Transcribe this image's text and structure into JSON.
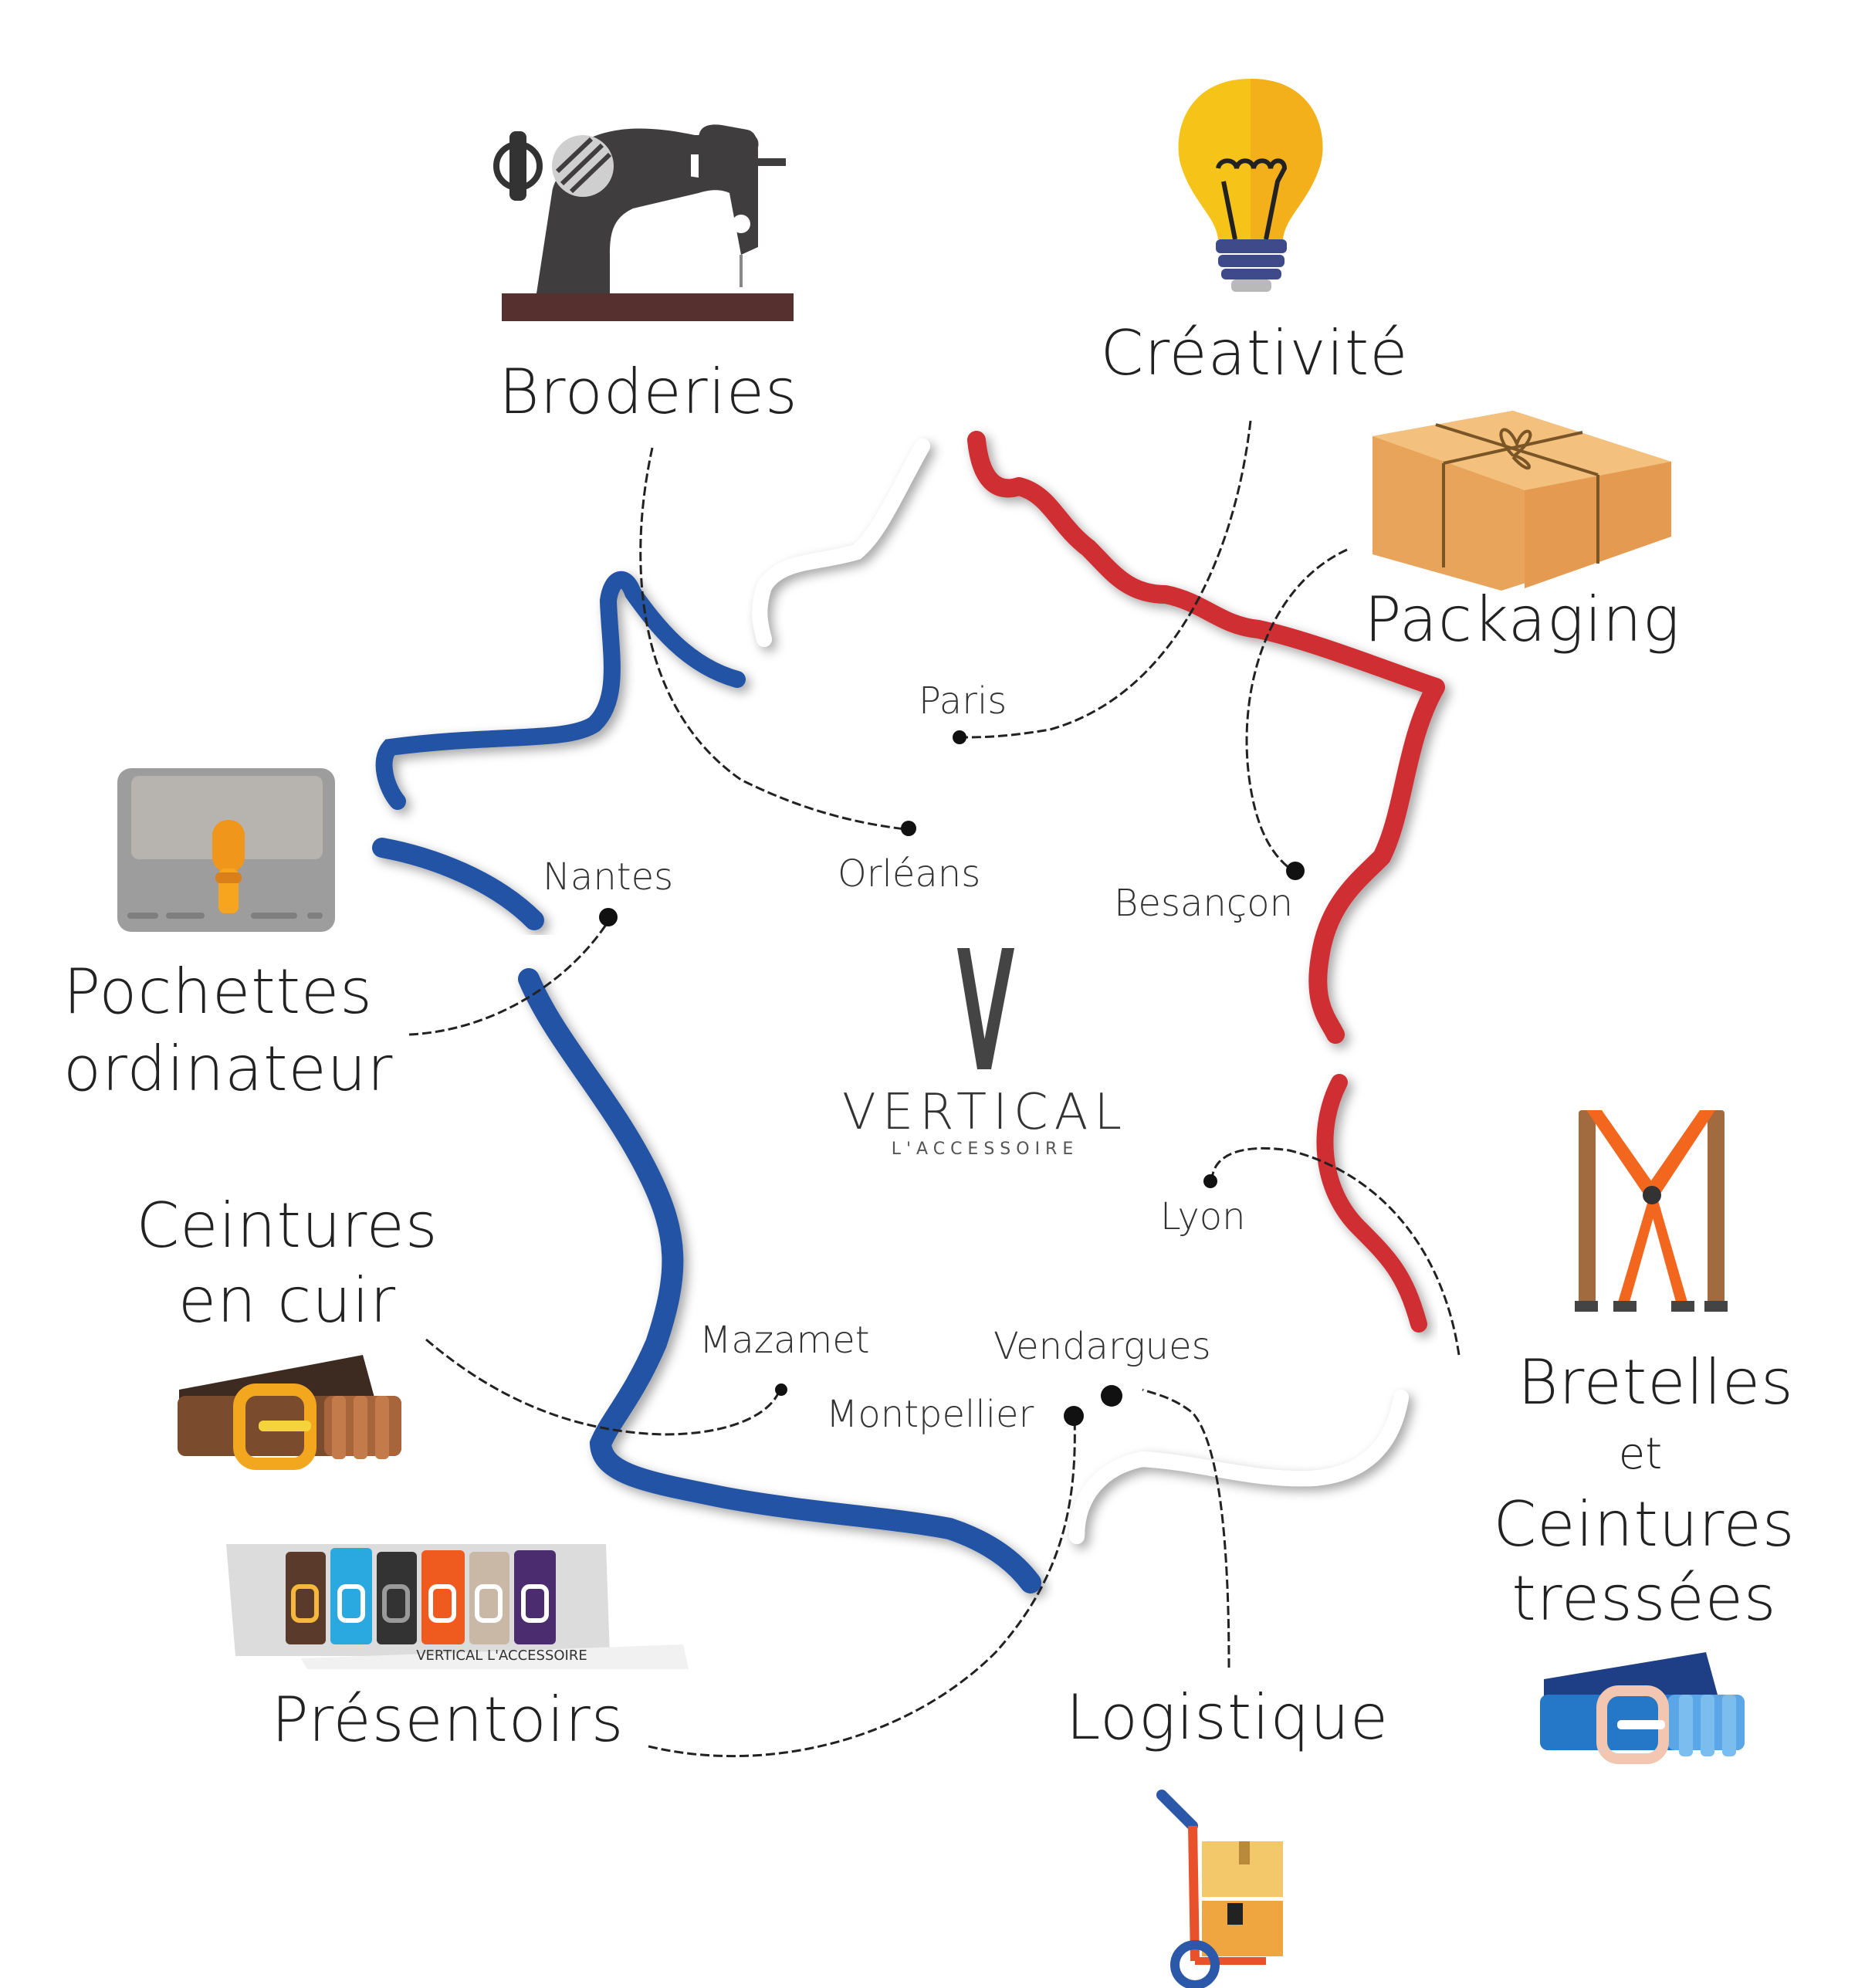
{
  "brand": {
    "name": "VERTICAL",
    "tagline": "L'ACCESSOIRE",
    "display_sign": "VERTICAL L'ACCESSOIRE"
  },
  "colors": {
    "blue": "#2453a4",
    "red": "#cf2e33",
    "ink": "#222222"
  },
  "categories": {
    "broderies": {
      "label": "Broderies",
      "icon": "sewing-machine-icon"
    },
    "creativite": {
      "label": "Créativité",
      "icon": "light-bulb-icon"
    },
    "packaging": {
      "label": "Packaging",
      "icon": "gift-box-icon"
    },
    "pochettes": {
      "line1": "Pochettes",
      "line2": "ordinateur",
      "icon": "laptop-sleeve-icon"
    },
    "ceintures_cuir": {
      "line1": "Ceintures",
      "line2": "en cuir",
      "icon": "leather-belt-icon"
    },
    "presentoirs": {
      "label": "Présentoirs",
      "icon": "display-stand-icon"
    },
    "logistique": {
      "label": "Logistique",
      "icon": "hand-truck-icon"
    },
    "bretelles": {
      "line1": "Bretelles",
      "line2": "et",
      "line3": "Ceintures",
      "line4": "tressées",
      "icon": "suspenders-icon",
      "icon2": "braided-belt-icon"
    }
  },
  "cities": {
    "paris": "Paris",
    "orleans": "Orléans",
    "nantes": "Nantes",
    "besancon": "Besançon",
    "lyon": "Lyon",
    "mazamet": "Mazamet",
    "vendargues": "Vendargues",
    "montpellier": "Montpellier"
  }
}
